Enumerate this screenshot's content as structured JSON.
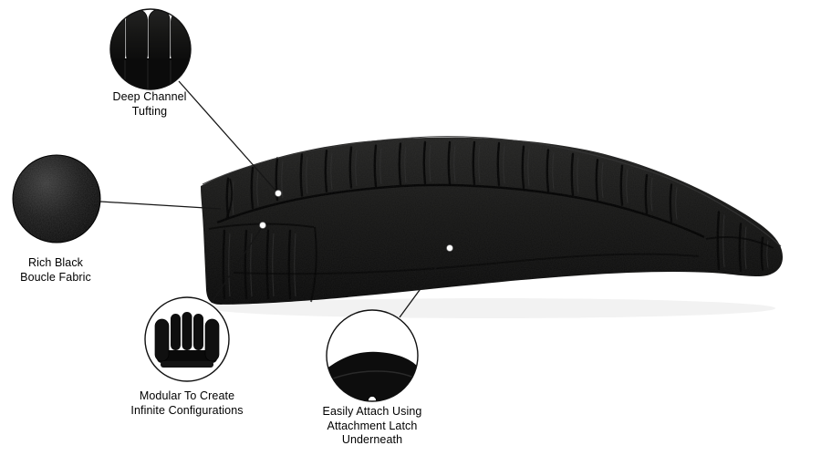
{
  "callouts": {
    "tufting": {
      "lines": [
        "Deep Channel",
        "Tufting"
      ]
    },
    "fabric": {
      "lines": [
        "Rich Black",
        "Boucle Fabric"
      ]
    },
    "modular": {
      "lines": [
        "Modular To Create",
        "Infinite Configurations"
      ]
    },
    "attach": {
      "lines": [
        "Easily Attach Using",
        "Attachment Latch",
        "Underneath"
      ]
    }
  },
  "colors": {
    "background": "#ffffff",
    "sofa_black": "#141414",
    "connector_line": "#161616",
    "feature_dot": "#ffffff",
    "label_text": "#000000"
  }
}
